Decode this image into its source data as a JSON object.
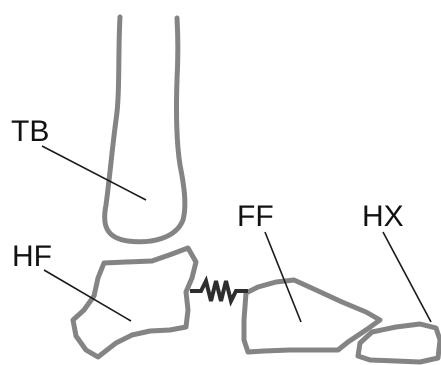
{
  "labels": {
    "tibia": "TB",
    "hindfoot": "HF",
    "forefoot": "FF",
    "hallux": "HX"
  },
  "colors": {
    "bone_outline": "#848484",
    "leader_line": "#1a1a1a",
    "spring": "#2e2e2e",
    "background": "#ffffff"
  }
}
